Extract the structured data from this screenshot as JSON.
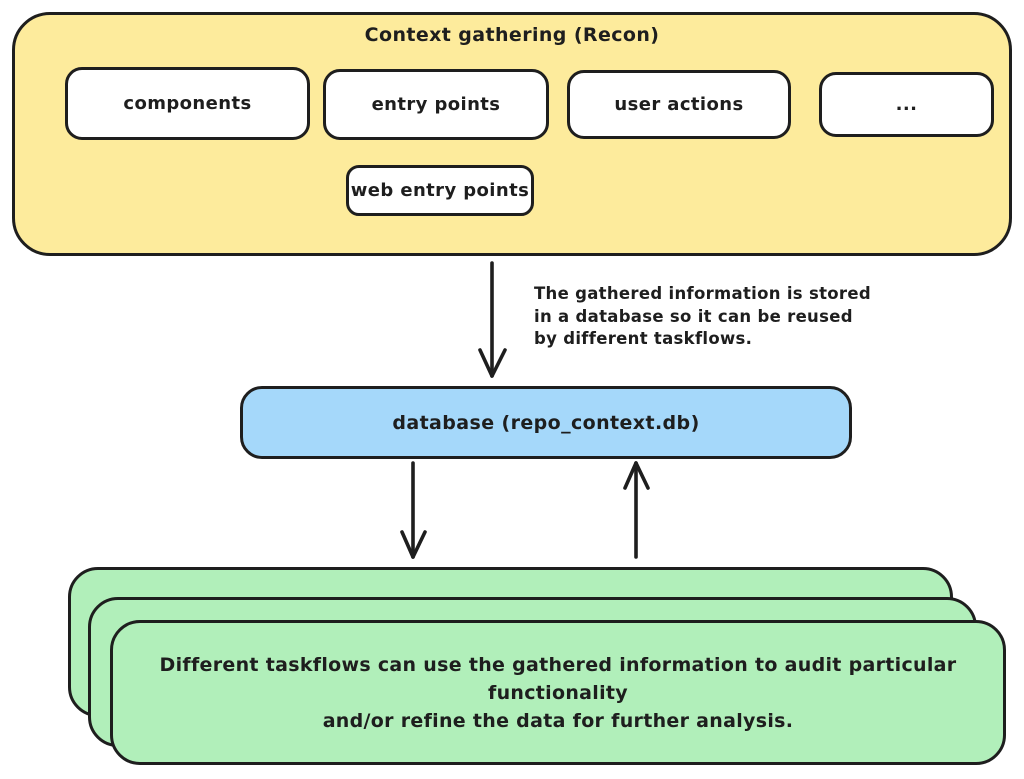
{
  "recon": {
    "title": "Context gathering (Recon)",
    "boxes": [
      "components",
      "entry points",
      "user actions",
      "..."
    ],
    "sub_box": "web entry points"
  },
  "annotation": {
    "lines": [
      "The gathered information is stored",
      "in a database so it can be reused",
      "by different taskflows."
    ]
  },
  "database": {
    "label": "database (repo_context.db)"
  },
  "taskflows": {
    "lines": [
      "Different taskflows can use the gathered information to audit particular functionality",
      "and/or refine the data for further analysis."
    ]
  },
  "colors": {
    "canvas": "#ffffff",
    "yellow": "#fdeb9c",
    "blue": "#a5d8fa",
    "green": "#b1efba",
    "white": "#ffffff",
    "stroke": "#1e1e1e"
  }
}
